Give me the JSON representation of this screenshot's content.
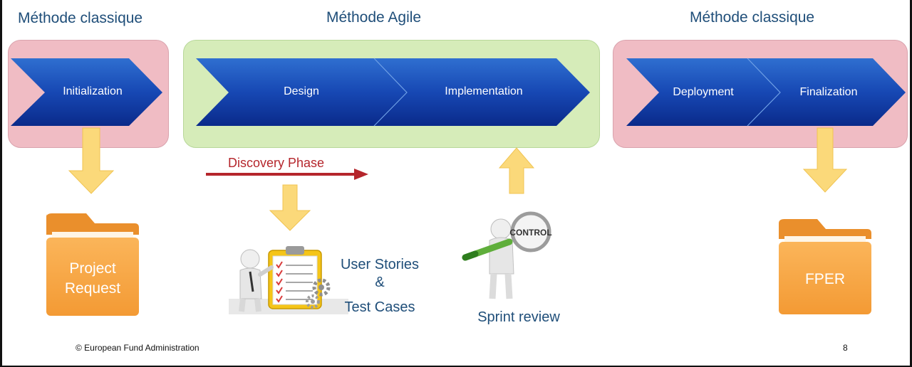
{
  "headings": {
    "left": "Méthode classique",
    "middle": "Méthode Agile",
    "right": "Méthode classique"
  },
  "phases": {
    "initialization": "Initialization",
    "design": "Design",
    "implementation": "Implementation",
    "deployment": "Deployment",
    "finalization": "Finalization"
  },
  "discovery_label": "Discovery Phase",
  "folders": {
    "project_request_line1": "Project",
    "project_request_line2": "Request",
    "fper": "FPER"
  },
  "user_stories": {
    "line1": "User Stories",
    "line2": "&",
    "line3": "Test Cases"
  },
  "control_sign": "CONTROL",
  "sprint_review": "Sprint review",
  "footer": {
    "copyright": "© European Fund Administration",
    "page_number": "8"
  },
  "colors": {
    "classic_panel": "#f0bcc4",
    "agile_panel": "#d6ecb9",
    "chevron_dark": "#0a2a8a",
    "chevron_light": "#2f6fd0",
    "arrow_yellow": "#fbd97a",
    "folder_orange": "#f4a03a",
    "discovery_red": "#b5262c",
    "heading_blue": "#1f4e79"
  }
}
